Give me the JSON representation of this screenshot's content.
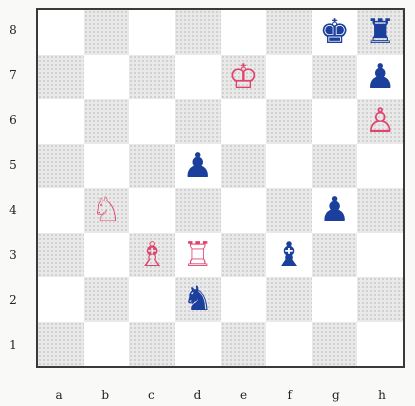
{
  "board": {
    "files": [
      "a",
      "b",
      "c",
      "d",
      "e",
      "f",
      "g",
      "h"
    ],
    "ranks": [
      "8",
      "7",
      "6",
      "5",
      "4",
      "3",
      "2",
      "1"
    ],
    "colors": {
      "black": "#1a3f9c",
      "white": "#e0446e"
    },
    "pieces": [
      {
        "square": "g8",
        "color": "black",
        "type": "king",
        "glyph": "♚"
      },
      {
        "square": "h8",
        "color": "black",
        "type": "rook",
        "glyph": "♜"
      },
      {
        "square": "e7",
        "color": "white",
        "type": "king",
        "glyph": "♔"
      },
      {
        "square": "h7",
        "color": "black",
        "type": "pawn",
        "glyph": "♟"
      },
      {
        "square": "h6",
        "color": "white",
        "type": "pawn",
        "glyph": "♙"
      },
      {
        "square": "d5",
        "color": "black",
        "type": "pawn",
        "glyph": "♟"
      },
      {
        "square": "b4",
        "color": "white",
        "type": "knight",
        "glyph": "♘"
      },
      {
        "square": "g4",
        "color": "black",
        "type": "pawn",
        "glyph": "♟"
      },
      {
        "square": "c3",
        "color": "white",
        "type": "bishop",
        "glyph": "♗"
      },
      {
        "square": "d3",
        "color": "white",
        "type": "rook",
        "glyph": "♖"
      },
      {
        "square": "f3",
        "color": "black",
        "type": "bishop",
        "glyph": "♝"
      },
      {
        "square": "d2",
        "color": "black",
        "type": "knight",
        "glyph": "♞"
      }
    ]
  }
}
